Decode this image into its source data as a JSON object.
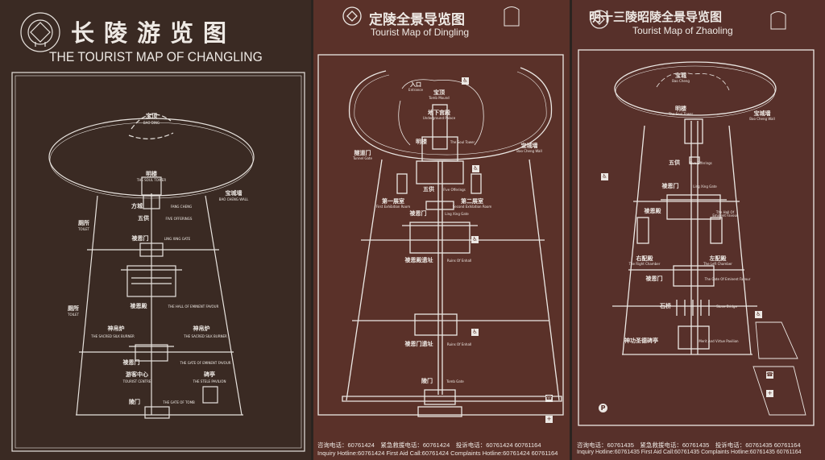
{
  "changling": {
    "title_cn": "长陵游览图",
    "title_en": "THE TOURIST MAP OF CHANGLING",
    "labels": [
      {
        "cn": "宝顶",
        "en": "BAO DING"
      },
      {
        "cn": "明楼",
        "en": "THE SOUL TOWER"
      },
      {
        "cn": "宝城墙",
        "en": "BAO CHENG WALL"
      },
      {
        "cn": "方城",
        "en": "FANG CHENG"
      },
      {
        "cn": "五供",
        "en": "FIVE OFFERINGS"
      },
      {
        "cn": "祾恩门",
        "en": "LING XING GATE"
      },
      {
        "cn": "厕所",
        "en": "TOILET"
      },
      {
        "cn": "祾恩殿",
        "en": "THE HALL OF EMINENT FAVOUR"
      },
      {
        "cn": "厕所",
        "en": "TOILET"
      },
      {
        "cn": "神帛炉",
        "en": "THE SACRED SILK BURNER"
      },
      {
        "cn": "神帛炉",
        "en": "THE SACRED SILK BURNER"
      },
      {
        "cn": "祾恩门",
        "en": "THE GATE OF EMINENT FAVOUR"
      },
      {
        "cn": "游客中心",
        "en": "TOURIST CENTRE"
      },
      {
        "cn": "碑亭",
        "en": "THE STELE PAVILION"
      },
      {
        "cn": "陵门",
        "en": "THE GATE OF TOMB"
      }
    ]
  },
  "dingling": {
    "title_cn": "定陵全景导览图",
    "title_en": "Tourist Map of Dingling",
    "labels": [
      {
        "cn": "入口",
        "en": "Entrance"
      },
      {
        "cn": "宝顶",
        "en": "Tomb Mound"
      },
      {
        "cn": "地下宫殿",
        "en": "Underground Palace"
      },
      {
        "cn": "明楼",
        "en": "The Soul Tower"
      },
      {
        "cn": "宝城墙",
        "en": "Bao Cheng Wall"
      },
      {
        "cn": "隧道门",
        "en": "Tunnel Gate"
      },
      {
        "cn": "五供",
        "en": "Five Offerings"
      },
      {
        "cn": "第一展室",
        "en": "First Exhibition Room"
      },
      {
        "cn": "第二展室",
        "en": "Second Exhibition Room"
      },
      {
        "cn": "祾恩门",
        "en": "Ling Xing Gate"
      },
      {
        "cn": "祾恩殿遗址",
        "en": "Ruins Of Enhall"
      },
      {
        "cn": "祾恩门遗址",
        "en": "Ruins Of Enhall"
      },
      {
        "cn": "陵门",
        "en": "Tomb Gate"
      }
    ],
    "footer_cn": "咨询电话：60761424　紧急救援电话：60761424　投诉电话：60761424 60761164",
    "footer_en": "Inquiry Hotline:60761424  First Aid Call:60761424  Complaints Hotline:60761424 60761164"
  },
  "zhaoling": {
    "title_cn": "明十三陵昭陵全景导览图",
    "title_en": "Tourist Map of Zhaoling",
    "labels": [
      {
        "cn": "宝城",
        "en": "Bao Cheng"
      },
      {
        "cn": "明楼",
        "en": "The Soul Tower"
      },
      {
        "cn": "宝城墙",
        "en": "Bao Cheng Wall"
      },
      {
        "cn": "五供",
        "en": "Five Offerings"
      },
      {
        "cn": "祾恩门",
        "en": "Ling Xing Gate"
      },
      {
        "cn": "祾恩殿",
        "en": "The Hall Of Eminent Favour"
      },
      {
        "cn": "右配殿",
        "en": "The Right Chamber"
      },
      {
        "cn": "左配殿",
        "en": "The Left Chamber"
      },
      {
        "cn": "祾恩门",
        "en": "The Gate Of Eminent Favour"
      },
      {
        "cn": "石桥",
        "en": "Stone Bridge"
      },
      {
        "cn": "神功圣德碑亭",
        "en": "Merit And Virtue Pavilion"
      }
    ],
    "footer_cn": "咨询电话：60761435　紧急救援电话：60761435　投诉电话：60761435 60761164",
    "footer_en": "Inquiry Hotline:60761435  First Aid Call:60761435  Complaints Hotline:60761435  60761164"
  },
  "icons": [
    "world-heritage-emblem",
    "toilet-icon",
    "wheelchair-icon",
    "phone-icon",
    "first-aid-icon",
    "parking-icon"
  ],
  "colors": {
    "board_left": "#3a2a23",
    "board_middle": "#5a3129",
    "board_right": "#57302a",
    "lines": "#ece8e4"
  }
}
